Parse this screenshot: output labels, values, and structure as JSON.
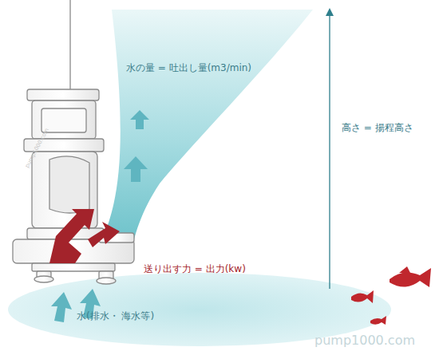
{
  "diagram": {
    "labels": [
      "水の量 = 吐出し量(m3/min)",
      "高さ = 揚程高さ",
      "送り出す力 = 出力(kw)",
      "水(排水・ 海水等)",
      "pump1000.com",
      "pump1000.com"
    ]
  }
}
